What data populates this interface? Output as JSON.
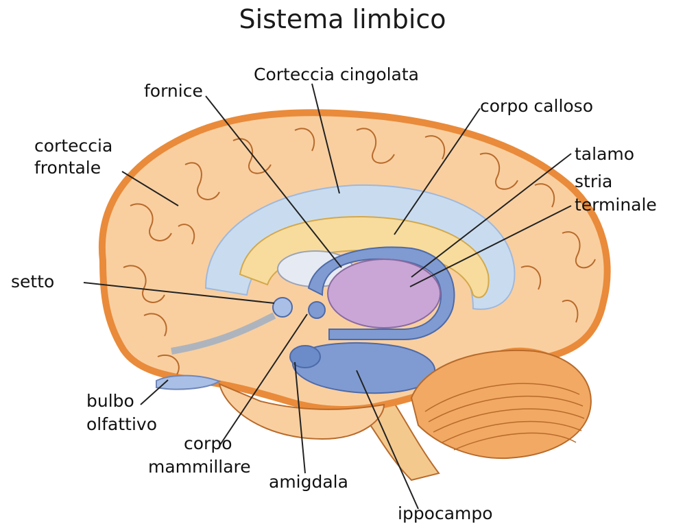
{
  "title": "Sistema limbico",
  "labels": {
    "corteccia_cingolata": "Corteccia cingolata",
    "fornice": "fornice",
    "corpo_calloso": "corpo calloso",
    "corteccia_frontale_1": "corteccia",
    "corteccia_frontale_2": "frontale",
    "talamo": "talamo",
    "stria_terminale_1": "stria",
    "stria_terminale_2": "terminale",
    "setto": "setto",
    "bulbo_olfattivo_1": "bulbo",
    "bulbo_olfattivo_2": "olfattivo",
    "corpo_mammillare_1": "corpo",
    "corpo_mammillare_2": "mammillare",
    "amigdala": "amigdala",
    "ippocampo": "ippocampo"
  },
  "colors": {
    "cortex_outer": "#f2a05a",
    "cortex_fill": "#f9cfa0",
    "cingulate_blue": "#c9dcef",
    "corpus_callosum": "#f7dc9e",
    "limbic_blue": "#7f9bd2",
    "thalamus": "#c9a6d6",
    "cerebellum": "#f1a964",
    "gyri_line": "#b86a2a",
    "leader_line": "#222222"
  }
}
